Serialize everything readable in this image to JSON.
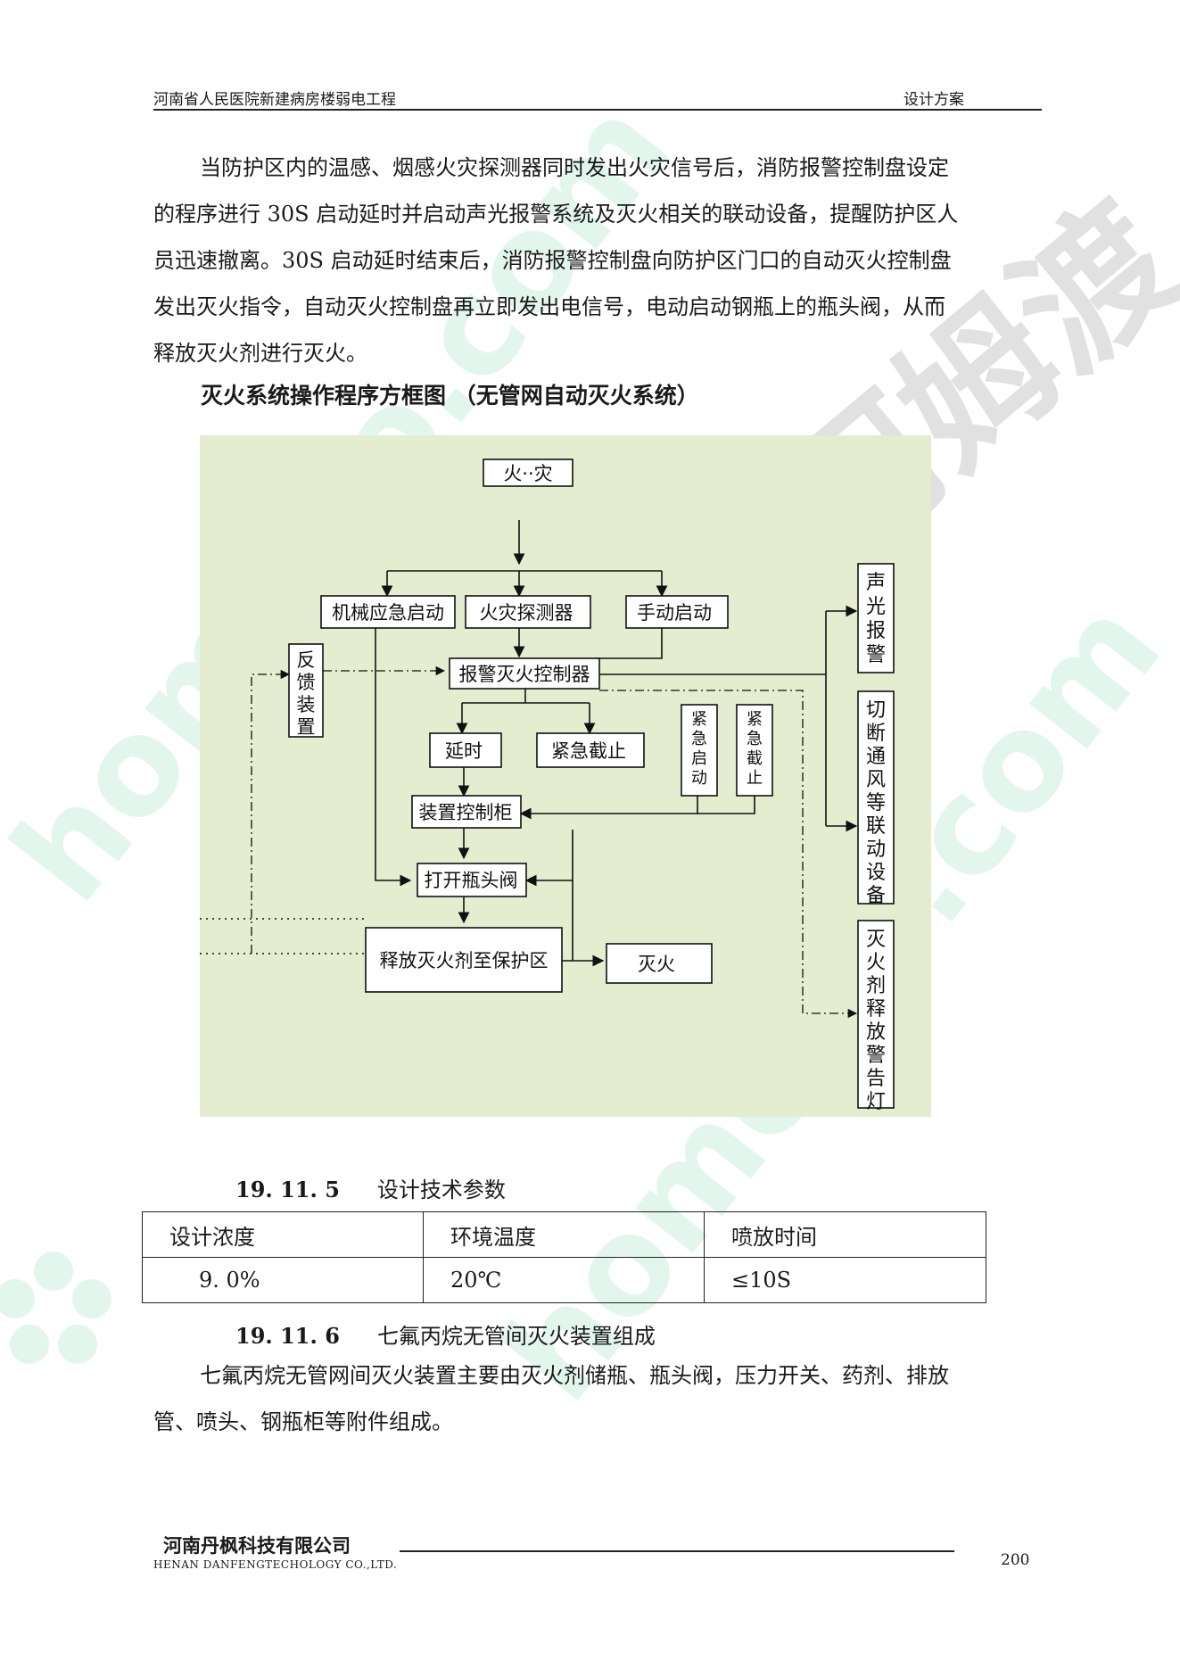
{
  "header": {
    "left": "河南省人民医院新建病房楼弱电工程",
    "right": "设计方案"
  },
  "intro_lines": [
    "当防护区内的温感、烟感火灾探测器同时发出火灾信号后，消防报警控制盘设定",
    "的程序进行 30S 启动延时并启动声光报警系统及灭火相关的联动设备，提醒防护区人",
    "员迅速撤离。30S 启动延时结束后，消防报警控制盘向防护区门口的自动灭火控制盘",
    "发出灭火指令，自动灭火控制盘再立即发出电信号，电动启动钢瓶上的瓶头阀，从而",
    "释放灭火剂进行灭火。"
  ],
  "diagram_caption": "灭火系统操作程序方框图 （无管网自动灭火系统）",
  "flowchart": {
    "background": "#e4edcf",
    "nodes": {
      "fire": "火··灾",
      "mech_start": "机械应急启动",
      "detector": "火灾探测器",
      "manual_start": "手动启动",
      "feedback": "反馈装置",
      "controller": "报警灭火控制器",
      "delay": "延时",
      "emergency_stop": "紧急截止",
      "emerg_start_v": "紧急启动",
      "emerg_stop_v": "紧急截止",
      "cabinet": "装置控制柜",
      "valve": "打开瓶头阀",
      "release": "释放灭火剂至保护区",
      "extinguish": "灭火",
      "sound_light": "声光报警",
      "cut_vent": "切断通风等联动设备",
      "release_lamp": "灭火剂释放警告灯"
    }
  },
  "section_19_11_5": {
    "number": "19. 11. 5",
    "title": "设计技术参数"
  },
  "params_table": {
    "headers": [
      "设计浓度",
      "环境温度",
      "喷放时间"
    ],
    "values": [
      "9. 0%",
      "20℃",
      "≤10S"
    ]
  },
  "section_19_11_6": {
    "number": "19. 11. 6",
    "title": "七氟丙烷无管间灭火装置组成"
  },
  "composition_lines": [
    "七氟丙烷无管网间灭火装置主要由灭火剂储瓶、瓶头阀，压力开关、药剂、排放",
    "管、喷头、钢瓶柜等附件组成。"
  ],
  "footer": {
    "company_cn": "河南丹枫科技有限公司",
    "company_en": "HENAN DANFENGTECHOLOGY  CO.,LTD.",
    "page": "200"
  },
  "watermark": {
    "logo_text": "河姆渡",
    "site_text": "homedo.com",
    "color": "#d9f2e8"
  }
}
